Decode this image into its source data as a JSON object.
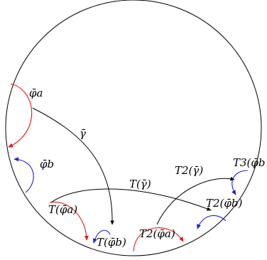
{
  "colors": {
    "boundary": "#000000",
    "geodesic": "#000000",
    "arc_a": "#e41a1c",
    "arc_b": "#1f1fd6"
  },
  "labels": {
    "phi_a": "φ̄a",
    "phi_b": "φ̄b",
    "gamma": "γ̄",
    "T_gamma": "T(γ̄)",
    "T_phi_a": "T(φ̄a)",
    "T_phi_b": "T(φ̄b)",
    "T2_gamma": "T2(γ̄)",
    "T2_phi_a": "T2(φ̄a)",
    "T2_phi_b": "T2(φ̄b)",
    "T3_phi_b": "T3(φ̄b"
  }
}
